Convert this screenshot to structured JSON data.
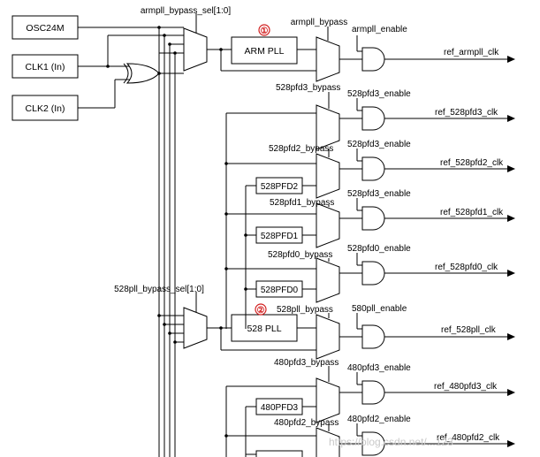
{
  "sources": {
    "osc": "OSC24M",
    "clk1": "CLK1 (In)",
    "clk2": "CLK2 (In)"
  },
  "arm": {
    "sel_label": "armpll_bypass_sel[1:0]",
    "pll_label": "ARM PLL",
    "marker": "①",
    "bypass_label": "armpll_bypass",
    "enable_label": "armpll_enable",
    "out_label": "ref_armpll_clk"
  },
  "p528": {
    "sel_label": "528pll_bypass_sel[1:0]",
    "pll_label": "528 PLL",
    "marker": "②",
    "bypass_label": "528pll_bypass",
    "enable_label": "580pll_enable",
    "out_label": "ref_528pll_clk",
    "pfd3_bypass": "528pfd3_bypass",
    "pfd3_enable": "528pfd3_enable",
    "pfd3_out": "ref_528pfd3_clk",
    "pfd2_bypass": "528pfd2_bypass",
    "pfd2_enable": "528pfd3_enable",
    "pfd2_box": "528PFD2",
    "pfd2_out": "ref_528pfd2_clk",
    "pfd1_bypass": "528pfd1_bypass",
    "pfd1_enable": "528pfd3_enable",
    "pfd1_box": "528PFD1",
    "pfd1_out": "ref_528pfd1_clk",
    "pfd0_bypass": "528pfd0_bypass",
    "pfd0_enable": "528pfd0_enable",
    "pfd0_box": "528PFD0",
    "pfd0_out": "ref_528pfd0_clk"
  },
  "p480": {
    "pfd3_bypass": "480pfd3_bypass",
    "pfd3_enable": "480pfd3_enable",
    "pfd3_box": "480PFD3",
    "pfd3_out": "ref_480pfd3_clk",
    "pfd2_bypass": "480pfd2_bypass",
    "pfd2_enable": "480pfd2_enable",
    "pfd2_out": "ref_480pfd2_clk"
  },
  "watermark": "https://blog.csdn.net/...123"
}
